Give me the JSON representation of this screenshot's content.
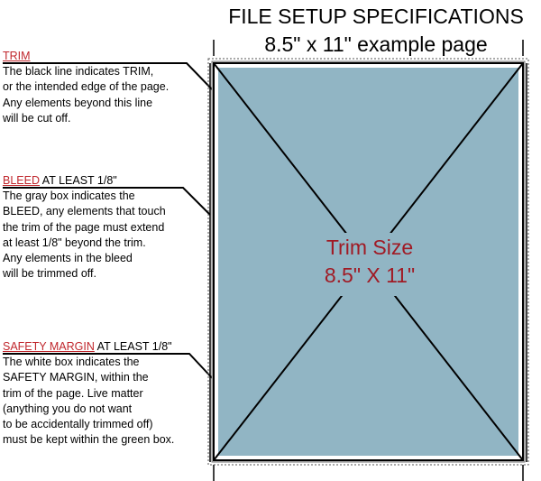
{
  "title": {
    "line1": "FILE SETUP SPECIFICATIONS",
    "line2": "8.5\" x 11\" example page"
  },
  "sections": [
    {
      "heading": "TRIM",
      "heading_suffix": "",
      "lines": [
        "The black line indicates TRIM,",
        "or the intended edge of the page.",
        "Any elements beyond this line",
        "will be cut off."
      ]
    },
    {
      "heading": "BLEED",
      "heading_suffix": " AT LEAST 1/8\"",
      "lines": [
        "The gray box indicates the",
        "BLEED, any elements that touch",
        "the trim of the page must extend",
        "at least 1/8\" beyond the trim.",
        "Any elements in the bleed",
        "will be trimmed off."
      ]
    },
    {
      "heading": "SAFETY MARGIN",
      "heading_suffix": " AT LEAST 1/8\"",
      "lines": [
        "The white box indicates the",
        "SAFETY MARGIN, within the",
        "trim of the page. Live matter",
        "(anything you do not want",
        "to be accidentally trimmed off)",
        "must be kept within the green box."
      ]
    }
  ],
  "trim_label": {
    "line1": "Trim Size",
    "line2": "8.5\" X 11\""
  },
  "colors": {
    "page_fill": "#91b5c4",
    "accent_red": "#c0272d",
    "trim_text": "#a01a24"
  }
}
